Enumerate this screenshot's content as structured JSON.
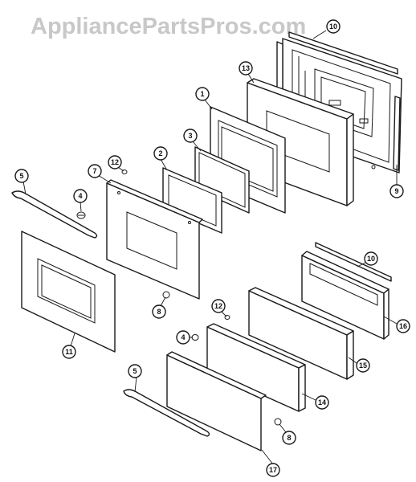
{
  "watermark": "AppliancePartsPros.com",
  "callouts": [
    {
      "id": "c10a",
      "label": "10"
    },
    {
      "id": "c13",
      "label": "13"
    },
    {
      "id": "c1",
      "label": "1"
    },
    {
      "id": "c3",
      "label": "3"
    },
    {
      "id": "c2",
      "label": "2"
    },
    {
      "id": "c9",
      "label": "9"
    },
    {
      "id": "c5a",
      "label": "5"
    },
    {
      "id": "c7",
      "label": "7"
    },
    {
      "id": "c12a",
      "label": "12"
    },
    {
      "id": "c4a",
      "label": "4"
    },
    {
      "id": "c8a",
      "label": "8"
    },
    {
      "id": "c11",
      "label": "11"
    },
    {
      "id": "c10b",
      "label": "10"
    },
    {
      "id": "c16",
      "label": "16"
    },
    {
      "id": "c12b",
      "label": "12"
    },
    {
      "id": "c4b",
      "label": "4"
    },
    {
      "id": "c15",
      "label": "15"
    },
    {
      "id": "c14",
      "label": "14"
    },
    {
      "id": "c5b",
      "label": "5"
    },
    {
      "id": "c8b",
      "label": "8"
    },
    {
      "id": "c17",
      "label": "17"
    }
  ]
}
